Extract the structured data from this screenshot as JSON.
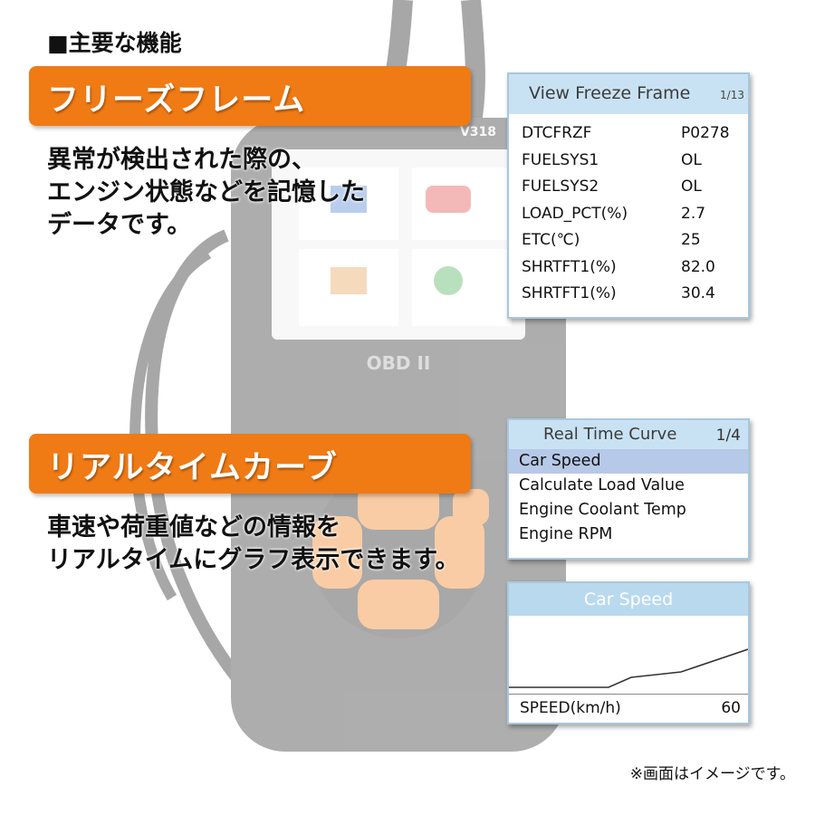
{
  "heading": "■主要な機能",
  "section1": {
    "title": "フリーズフレーム",
    "desc": [
      "異常が検出された際の、",
      "エンジン状態などを記憶した",
      "データです。"
    ]
  },
  "section2": {
    "title": "リアルタイムカーブ",
    "desc": [
      "車速や荷重値などの情報を",
      "リアルタイムにグラフ表示できます。"
    ]
  },
  "freeze_frame": {
    "title": "View Freeze Frame",
    "page": "1/13",
    "rows": [
      {
        "key": "DTCFRZF",
        "value": "P0278"
      },
      {
        "key": "FUELSYS1",
        "value": "OL"
      },
      {
        "key": "FUELSYS2",
        "value": "OL"
      },
      {
        "key": "LOAD_PCT(%)",
        "value": "2.7"
      },
      {
        "key": "ETC(℃)",
        "value": "25"
      },
      {
        "key": "SHRTFT1(%)",
        "value": "82.0"
      },
      {
        "key": "SHRTFT1(%)",
        "value": "30.4"
      }
    ]
  },
  "real_time": {
    "title": "Real Time Curve",
    "page": "1/4",
    "items": [
      "Car Speed",
      "Calculate Load Value",
      "Engine Coolant Temp",
      "Engine RPM"
    ],
    "selected_index": 0
  },
  "car_speed": {
    "title": "Car Speed",
    "label": "SPEED(km/h)",
    "value": "60"
  },
  "device": {
    "brand": "V318",
    "screen_label": "OBD II"
  },
  "note": "※画面はイメージです。",
  "colors": {
    "accent_orange": "#f07a14",
    "screen_header": "#c9e2f3",
    "selected_row": "#b7c9e8"
  }
}
